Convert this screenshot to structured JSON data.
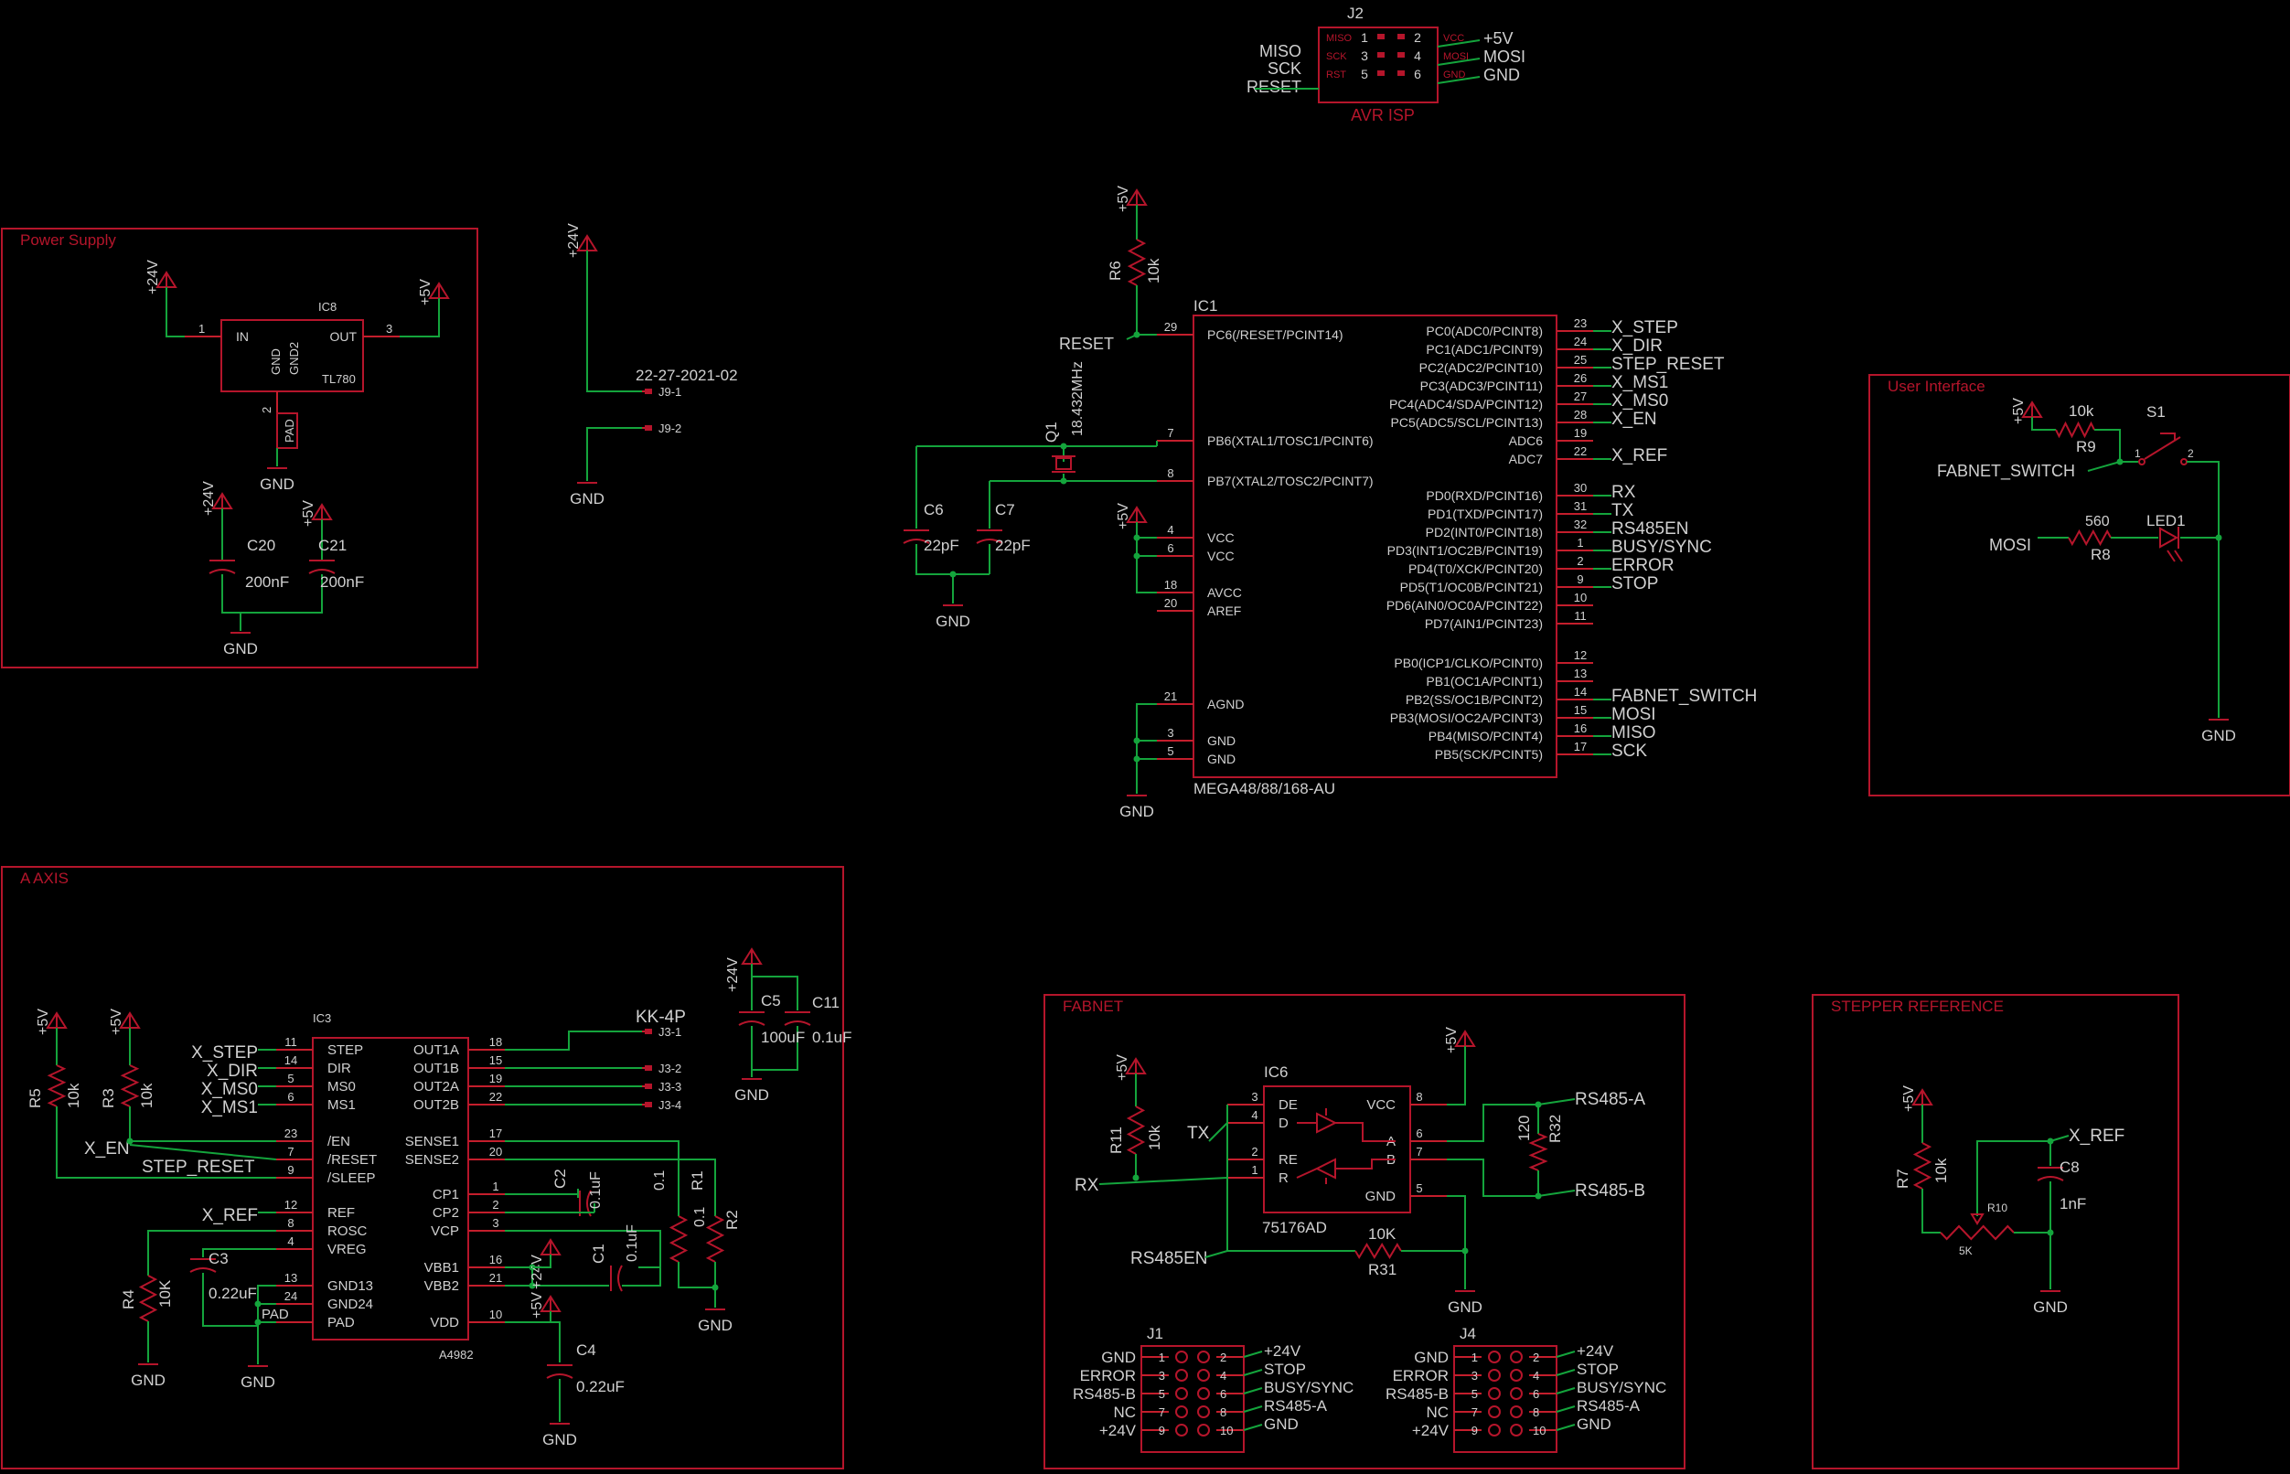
{
  "colors": {
    "background": "#000000",
    "body": "#b5152b",
    "wire": "#14a43c",
    "label": "#d0d0d0",
    "pin": "#c41e2c",
    "pinnum": "#d0d0d0"
  },
  "frames": [
    {
      "id": "power",
      "title": "Power Supply"
    },
    {
      "id": "ui",
      "title": "User Interface"
    },
    {
      "id": "aaxis",
      "title": "A AXIS"
    },
    {
      "id": "fabnet",
      "title": "FABNET"
    },
    {
      "id": "stepref",
      "title": "STEPPER REFERENCE"
    }
  ],
  "j2": {
    "ref": "J2",
    "title": "AVR ISP",
    "inner_left": [
      "MISO",
      "SCK",
      "RST"
    ],
    "inner_right": [
      "VCC",
      "MOSI",
      "GND"
    ],
    "pins_left": [
      "1",
      "3",
      "5"
    ],
    "pins_right": [
      "2",
      "4",
      "6"
    ],
    "nets_left": [
      "MISO",
      "SCK",
      "RESET"
    ],
    "nets_right": [
      "+5V",
      "MOSI",
      "GND"
    ]
  },
  "ic1": {
    "ref": "IC1",
    "part": "MEGA48/88/168-AU",
    "left": [
      {
        "num": "29",
        "name": "PC6(/RESET/PCINT14)"
      },
      {
        "num": "7",
        "name": "PB6(XTAL1/TOSC1/PCINT6)"
      },
      {
        "num": "8",
        "name": "PB7(XTAL2/TOSC2/PCINT7)"
      },
      {
        "num": "4",
        "name": "VCC"
      },
      {
        "num": "6",
        "name": "VCC"
      },
      {
        "num": "18",
        "name": "AVCC"
      },
      {
        "num": "20",
        "name": "AREF"
      },
      {
        "num": "21",
        "name": "AGND"
      },
      {
        "num": "3",
        "name": "GND"
      },
      {
        "num": "5",
        "name": "GND"
      }
    ],
    "right": [
      {
        "num": "23",
        "name": "PC0(ADC0/PCINT8)",
        "net": "X_STEP"
      },
      {
        "num": "24",
        "name": "PC1(ADC1/PCINT9)",
        "net": "X_DIR"
      },
      {
        "num": "25",
        "name": "PC2(ADC2/PCINT10)",
        "net": "STEP_RESET"
      },
      {
        "num": "26",
        "name": "PC3(ADC3/PCINT11)",
        "net": "X_MS1"
      },
      {
        "num": "27",
        "name": "PC4(ADC4/SDA/PCINT12)",
        "net": "X_MS0"
      },
      {
        "num": "28",
        "name": "PC5(ADC5/SCL/PCINT13)",
        "net": "X_EN"
      },
      {
        "num": "19",
        "name": "ADC6",
        "net": ""
      },
      {
        "num": "22",
        "name": "ADC7",
        "net": "X_REF"
      },
      {
        "num": "30",
        "name": "PD0(RXD/PCINT16)",
        "net": "RX"
      },
      {
        "num": "31",
        "name": "PD1(TXD/PCINT17)",
        "net": "TX"
      },
      {
        "num": "32",
        "name": "PD2(INT0/PCINT18)",
        "net": "RS485EN"
      },
      {
        "num": "1",
        "name": "PD3(INT1/OC2B/PCINT19)",
        "net": "BUSY/SYNC"
      },
      {
        "num": "2",
        "name": "PD4(T0/XCK/PCINT20)",
        "net": "ERROR"
      },
      {
        "num": "9",
        "name": "PD5(T1/OC0B/PCINT21)",
        "net": "STOP"
      },
      {
        "num": "10",
        "name": "PD6(AIN0/OC0A/PCINT22)",
        "net": ""
      },
      {
        "num": "11",
        "name": "PD7(AIN1/PCINT23)",
        "net": ""
      },
      {
        "num": "12",
        "name": "PB0(ICP1/CLKO/PCINT0)",
        "net": ""
      },
      {
        "num": "13",
        "name": "PB1(OC1A/PCINT1)",
        "net": ""
      },
      {
        "num": "14",
        "name": "PB2(SS/OC1B/PCINT2)",
        "net": "FABNET_SWITCH"
      },
      {
        "num": "15",
        "name": "PB3(MOSI/OC2A/PCINT3)",
        "net": "MOSI"
      },
      {
        "num": "16",
        "name": "PB4(MISO/PCINT4)",
        "net": "MISO"
      },
      {
        "num": "17",
        "name": "PB5(SCK/PCINT5)",
        "net": "SCK"
      }
    ]
  },
  "mcu_parts": {
    "r6_ref": "R6",
    "r6_val": "10k",
    "reset": "RESET",
    "q1_ref": "Q1",
    "q1_val": "18.432MHz",
    "c6_ref": "C6",
    "c6_val": "22pF",
    "c7_ref": "C7",
    "c7_val": "22pF"
  },
  "power": {
    "ic8_ref": "IC8",
    "ic8_part": "TL780",
    "pin_in": "IN",
    "pin_out": "OUT",
    "pin_gnd": "GND",
    "pin_gnd2": "GND2",
    "pin_pad": "PAD",
    "n1": "1",
    "n2": "2",
    "n3": "3",
    "c20_ref": "C20",
    "c20_val": "200nF",
    "c21_ref": "C21",
    "c21_val": "200nF"
  },
  "j9": {
    "date": "22-27-2021-02",
    "p1": "J9-1",
    "p2": "J9-2"
  },
  "ui": {
    "r9_ref": "R9",
    "r9_val": "10k",
    "s1_ref": "S1",
    "switch_net": "FABNET_SWITCH",
    "s1_p1": "1",
    "s1_p2": "2",
    "r8_ref": "R8",
    "r8_val": "560",
    "led_ref": "LED1",
    "mosi": "MOSI"
  },
  "ic3": {
    "ref": "IC3",
    "part": "A4982",
    "left": [
      {
        "num": "11",
        "name": "STEP",
        "net": "X_STEP"
      },
      {
        "num": "14",
        "name": "DIR",
        "net": "X_DIR"
      },
      {
        "num": "5",
        "name": "MS0",
        "net": "X_MS0"
      },
      {
        "num": "6",
        "name": "MS1",
        "net": "X_MS1"
      },
      {
        "num": "23",
        "name": "/EN",
        "net": ""
      },
      {
        "num": "7",
        "name": "/RESET",
        "net": ""
      },
      {
        "num": "9",
        "name": "/SLEEP",
        "net": ""
      },
      {
        "num": "12",
        "name": "REF",
        "net": "X_REF"
      },
      {
        "num": "8",
        "name": "ROSC",
        "net": ""
      },
      {
        "num": "4",
        "name": "VREG",
        "net": ""
      },
      {
        "num": "13",
        "name": "GND13",
        "net": ""
      },
      {
        "num": "24",
        "name": "GND24",
        "net": ""
      },
      {
        "num": "",
        "name": "PAD",
        "net": ""
      }
    ],
    "right": [
      {
        "num": "18",
        "name": "OUT1A"
      },
      {
        "num": "15",
        "name": "OUT1B"
      },
      {
        "num": "19",
        "name": "OUT2A"
      },
      {
        "num": "22",
        "name": "OUT2B"
      },
      {
        "num": "17",
        "name": "SENSE1"
      },
      {
        "num": "20",
        "name": "SENSE2"
      },
      {
        "num": "1",
        "name": "CP1"
      },
      {
        "num": "2",
        "name": "CP2"
      },
      {
        "num": "3",
        "name": "VCP"
      },
      {
        "num": "16",
        "name": "VBB1"
      },
      {
        "num": "21",
        "name": "VBB2"
      },
      {
        "num": "10",
        "name": "VDD"
      }
    ]
  },
  "aaxis": {
    "x_en": "X_EN",
    "step_reset": "STEP_RESET",
    "r5_ref": "R5",
    "r5_val": "10k",
    "r3_ref": "R3",
    "r3_val": "10k",
    "r4_ref": "R4",
    "r4_val": "10K",
    "c3_ref": "C3",
    "c3_val": "0.22uF",
    "pad": "PAD",
    "c2_ref": "C2",
    "c2_val": "0.1uF",
    "c1_ref": "C1",
    "c1_val": "0.1uF",
    "r1_ref": "R1",
    "r1_val": "0.1",
    "r2_ref": "R2",
    "r2_val": "0.1",
    "c4_ref": "C4",
    "c4_val": "0.22uF",
    "kk_title": "KK-4P",
    "kk_pins": [
      "J3-1",
      "J3-2",
      "J3-3",
      "J3-4"
    ],
    "c5_ref": "C5",
    "c5_val": "100uF",
    "c11_ref": "C11",
    "c11_val": "0.1uF"
  },
  "fabnet": {
    "r11_ref": "R11",
    "r11_val": "10k",
    "tx": "TX",
    "rx": "RX",
    "rs485en": "RS485EN",
    "ic6_ref": "IC6",
    "ic6_part": "75176AD",
    "pins": {
      "de": "DE",
      "d": "D",
      "re": "RE",
      "r": "R",
      "vcc": "VCC",
      "a": "A",
      "b": "B",
      "gnd": "GND"
    },
    "nums": {
      "de": "3",
      "d": "4",
      "re": "2",
      "r": "1",
      "vcc": "8",
      "a": "6",
      "b": "7",
      "gnd": "5"
    },
    "r32_ref": "R32",
    "r32_val": "120",
    "rs485a": "RS485-A",
    "rs485b": "RS485-B",
    "r31_ref": "R31",
    "r31_val": "10K"
  },
  "stepref": {
    "r7_ref": "R7",
    "r7_val": "10k",
    "r10_ref": "R10",
    "r10_val": "5K",
    "c8_ref": "C8",
    "c8_val": "1nF",
    "x_ref": "X_REF"
  },
  "connectors": [
    {
      "ref": "J1",
      "left": [
        "GND",
        "ERROR",
        "RS485-B",
        "NC",
        "+24V"
      ],
      "right": [
        "+24V",
        "STOP",
        "BUSY/SYNC",
        "RS485-A",
        "GND"
      ]
    },
    {
      "ref": "J4",
      "left": [
        "GND",
        "ERROR",
        "RS485-B",
        "NC",
        "+24V"
      ],
      "right": [
        "+24V",
        "STOP",
        "BUSY/SYNC",
        "RS485-A",
        "GND"
      ]
    }
  ],
  "conn_pins_left": [
    "1",
    "3",
    "5",
    "7",
    "9"
  ],
  "conn_pins_right": [
    "2",
    "4",
    "6",
    "8",
    "10"
  ],
  "supply": {
    "v24": "+24V",
    "v5": "+5V",
    "gnd": "GND"
  }
}
